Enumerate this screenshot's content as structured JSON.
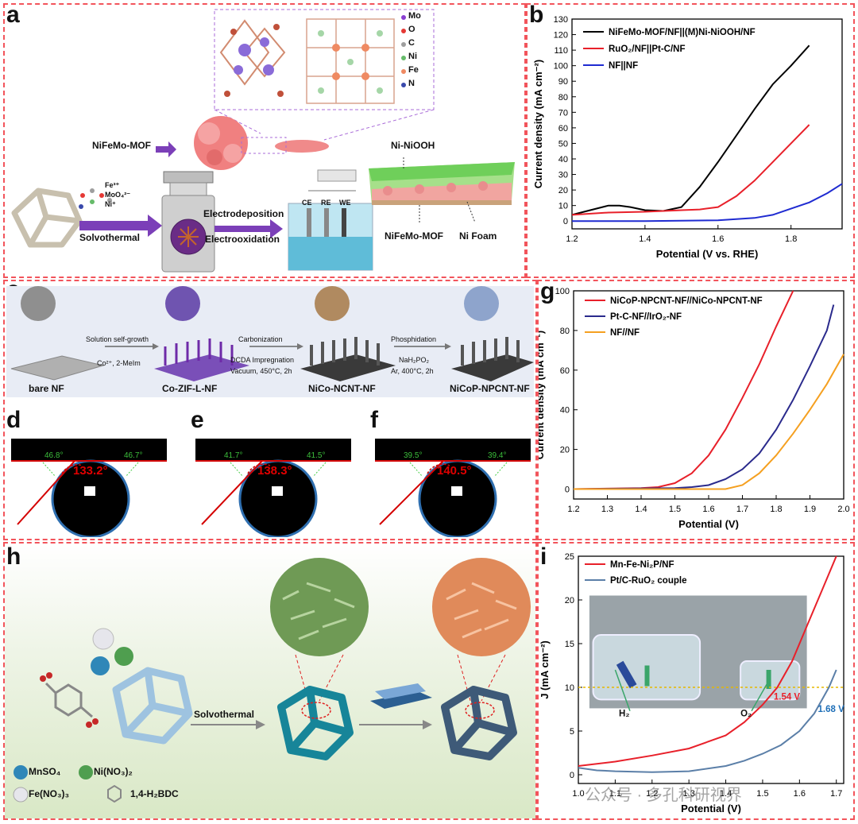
{
  "panels": {
    "a": {
      "label": "a",
      "legend": [
        "Mo",
        "O",
        "C",
        "Ni",
        "Fe",
        "N"
      ],
      "legend_colors": [
        "#8a3fd1",
        "#e53935",
        "#9e9e9e",
        "#66bb6a",
        "#ef8a62",
        "#3949ab"
      ],
      "mof_label": "NiFeMo-MOF",
      "precursors": [
        "Fe³⁺",
        "MoO₄²⁻",
        "Ni⁺"
      ],
      "step1": "Solvothermal",
      "step2a": "Electrodeposition",
      "step2b": "Electrooxidation",
      "electrodes": [
        "CE",
        "RE",
        "WE"
      ],
      "niooh": "Ni-NiOOH",
      "mof2": "NiFeMo-MOF",
      "foam": "Ni Foam"
    },
    "c": {
      "label": "c",
      "stages": [
        "bare NF",
        "Co-ZIF-L-NF",
        "NiCo-NCNT-NF",
        "NiCoP-NPCNT-NF"
      ],
      "step1_top": "Solution self-growth",
      "step1_bottom": "Co²⁺, 2-MeIm",
      "step2_top": "Carbonization",
      "step2_mid": "DCDA Impregnation",
      "step2_bottom": "Vacuum, 450°C, 2h",
      "step3_top": "Phosphidation",
      "step3_mid": "NaH₂PO₂",
      "step3_bottom": "Ar, 400°C, 2h"
    },
    "d": {
      "label": "d",
      "left": "46.8°",
      "right": "46.7°",
      "center": "133.2°"
    },
    "e": {
      "label": "e",
      "left": "41.7°",
      "right": "41.5°",
      "center": "138.3°"
    },
    "f": {
      "label": "f",
      "left": "39.5°",
      "right": "39.4°",
      "center": "140.5°"
    },
    "h": {
      "label": "h",
      "step": "Solvothermal",
      "legend": [
        "MnSO₄",
        "Ni(NO₃)₂",
        "Fe(NO₃)₃",
        "1,4-H₂BDC"
      ]
    },
    "watermark": "公众号 · 多孔科研视界"
  },
  "chart_data": [
    {
      "id": "b",
      "type": "line",
      "title": "",
      "xlabel": "Potential (V vs. RHE)",
      "ylabel": "Current density (mA cm⁻²)",
      "xlim": [
        1.2,
        1.94
      ],
      "ylim": [
        -5,
        130
      ],
      "xticks": [
        1.2,
        1.4,
        1.6,
        1.8
      ],
      "xtick_labels": [
        "1.2",
        "1.4",
        "1.6",
        "1.8"
      ],
      "yticks": [
        0,
        10,
        20,
        30,
        40,
        50,
        60,
        70,
        80,
        90,
        100,
        110,
        120,
        130
      ],
      "ytick_labels": [
        "0",
        "10",
        "20",
        "30",
        "40",
        "50",
        "60",
        "70",
        "80",
        "90",
        "100",
        "110",
        "120",
        "130"
      ],
      "legend_position": "top-left",
      "series": [
        {
          "name": "NiFeMo-MOF/NF||(M)Ni-NiOOH/NF",
          "color": "#000000",
          "x": [
            1.2,
            1.25,
            1.3,
            1.33,
            1.36,
            1.4,
            1.45,
            1.5,
            1.55,
            1.6,
            1.65,
            1.7,
            1.75,
            1.8,
            1.85
          ],
          "y": [
            4,
            7,
            10,
            10,
            9,
            7,
            6.5,
            9,
            22,
            38,
            55,
            72,
            88,
            100,
            113
          ]
        },
        {
          "name": "RuO₂/NF||Pt-C/NF",
          "color": "#e8202a",
          "x": [
            1.2,
            1.3,
            1.4,
            1.5,
            1.55,
            1.6,
            1.65,
            1.7,
            1.75,
            1.8,
            1.85
          ],
          "y": [
            4,
            5.5,
            6,
            7,
            7.5,
            9,
            16,
            26,
            38,
            50,
            62
          ]
        },
        {
          "name": "NF||NF",
          "color": "#1f2bd1",
          "x": [
            1.2,
            1.4,
            1.6,
            1.7,
            1.75,
            1.8,
            1.85,
            1.9,
            1.94
          ],
          "y": [
            0,
            0,
            0.5,
            2,
            4,
            8,
            12,
            18,
            24
          ]
        }
      ]
    },
    {
      "id": "g",
      "type": "line",
      "title": "",
      "xlabel": "Potential (V)",
      "ylabel": "Current density (mA cm⁻²)",
      "xlim": [
        1.2,
        2.0
      ],
      "ylim": [
        -5,
        100
      ],
      "xticks": [
        1.2,
        1.3,
        1.4,
        1.5,
        1.6,
        1.7,
        1.8,
        1.9,
        2.0
      ],
      "xtick_labels": [
        "1.2",
        "1.3",
        "1.4",
        "1.5",
        "1.6",
        "1.7",
        "1.8",
        "1.9",
        "2.0"
      ],
      "yticks": [
        0,
        20,
        40,
        60,
        80,
        100
      ],
      "ytick_labels": [
        "0",
        "20",
        "40",
        "60",
        "80",
        "100"
      ],
      "legend_position": "top-left",
      "series": [
        {
          "name": "NiCoP-NPCNT-NF//NiCo-NPCNT-NF",
          "color": "#e8202a",
          "x": [
            1.2,
            1.4,
            1.45,
            1.5,
            1.55,
            1.6,
            1.65,
            1.7,
            1.75,
            1.8,
            1.85
          ],
          "y": [
            0,
            0.5,
            1,
            3,
            8,
            17,
            30,
            46,
            63,
            82,
            100
          ]
        },
        {
          "name": "Pt-C-NF//IrO₂-NF",
          "color": "#2a2a8c",
          "x": [
            1.2,
            1.5,
            1.55,
            1.6,
            1.65,
            1.7,
            1.75,
            1.8,
            1.85,
            1.9,
            1.95,
            1.97
          ],
          "y": [
            0,
            0.5,
            1,
            2,
            5,
            10,
            18,
            30,
            45,
            62,
            80,
            93
          ]
        },
        {
          "name": "NF//NF",
          "color": "#f5a020",
          "x": [
            1.2,
            1.65,
            1.7,
            1.75,
            1.8,
            1.85,
            1.9,
            1.95,
            2.0
          ],
          "y": [
            0,
            0,
            2,
            8,
            17,
            28,
            40,
            53,
            68
          ]
        }
      ]
    },
    {
      "id": "i",
      "type": "line",
      "title": "",
      "xlabel": "Potential (V)",
      "ylabel": "J (mA cm⁻²)",
      "xlim": [
        1.0,
        1.72
      ],
      "ylim": [
        -1,
        25
      ],
      "xticks": [
        1.0,
        1.1,
        1.2,
        1.3,
        1.4,
        1.5,
        1.6,
        1.7
      ],
      "xtick_labels": [
        "1.0",
        "1.1",
        "1.2",
        "1.3",
        "1.4",
        "1.5",
        "1.6",
        "1.7"
      ],
      "yticks": [
        0,
        5,
        10,
        15,
        20,
        25
      ],
      "ytick_labels": [
        "0",
        "5",
        "10",
        "15",
        "20",
        "25"
      ],
      "legend_position": "top-left",
      "reference_line": 10,
      "annotations": [
        "1.54 V",
        "1.68 V",
        "H₂",
        "O₂"
      ],
      "annotation_colors": [
        "#e8202a",
        "#1e6fb8",
        "#111111",
        "#111111"
      ],
      "series": [
        {
          "name": "Mn-Fe-Ni₂P/NF",
          "color": "#e8202a",
          "x": [
            1.0,
            1.1,
            1.2,
            1.3,
            1.4,
            1.45,
            1.5,
            1.54,
            1.58,
            1.62,
            1.66,
            1.7
          ],
          "y": [
            1,
            1.5,
            2.2,
            3,
            4.5,
            6,
            8,
            10,
            13,
            17,
            21,
            25
          ]
        },
        {
          "name": "Pt/C-RuO₂ couple",
          "color": "#5b7fa8",
          "x": [
            1.0,
            1.05,
            1.1,
            1.2,
            1.3,
            1.4,
            1.45,
            1.5,
            1.55,
            1.6,
            1.64,
            1.68,
            1.7
          ],
          "y": [
            0.8,
            0.5,
            0.4,
            0.3,
            0.4,
            1,
            1.6,
            2.4,
            3.4,
            5,
            7,
            10,
            12
          ]
        }
      ]
    }
  ]
}
